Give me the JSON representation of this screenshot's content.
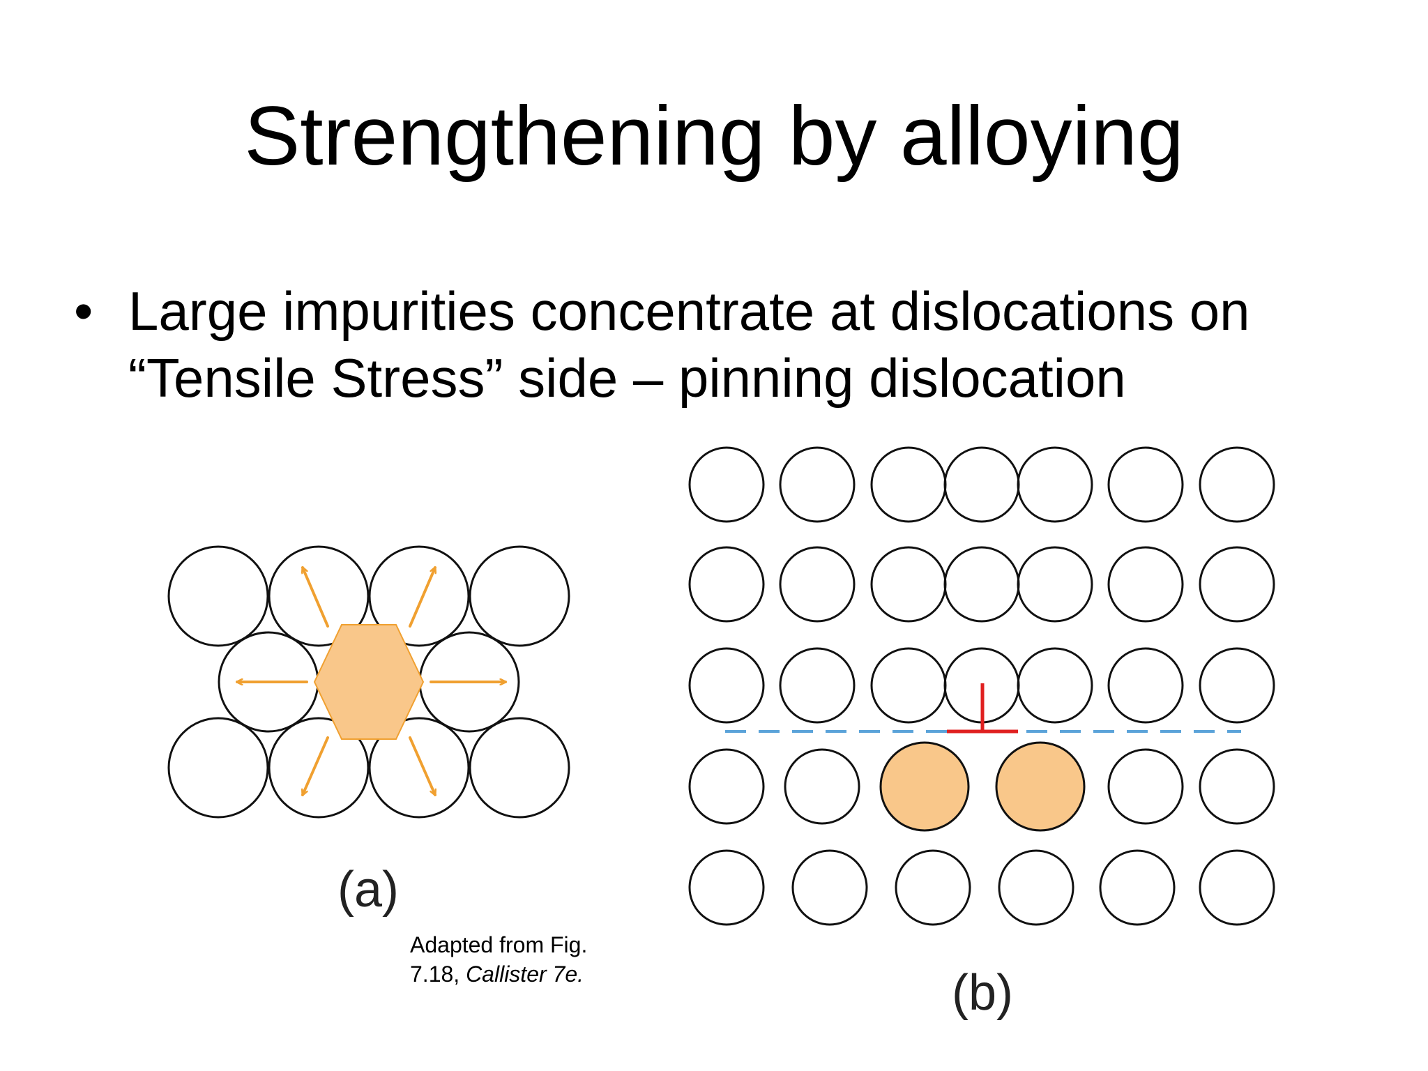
{
  "slide": {
    "title": "Strengthening by alloying",
    "bullet_symbol": "•",
    "bullet_lines": [
      "Large impurities concentrate at dislocations on",
      "“Tensile Stress” side – pinning dislocation"
    ]
  },
  "figures": {
    "a": {
      "label": "(a)"
    },
    "b": {
      "label": "(b)"
    }
  },
  "caption": {
    "line1": "Adapted from Fig.",
    "line2_plain": "7.18, ",
    "line2_italic": "Callister 7e."
  },
  "colors": {
    "impurity_fill": "#F9C78A",
    "impurity_stroke": "#F0A030",
    "arrow": "#F0A030",
    "atom_stroke": "#111111",
    "dislocation": "#E02020",
    "slip_plane": "#5BA3D9"
  }
}
